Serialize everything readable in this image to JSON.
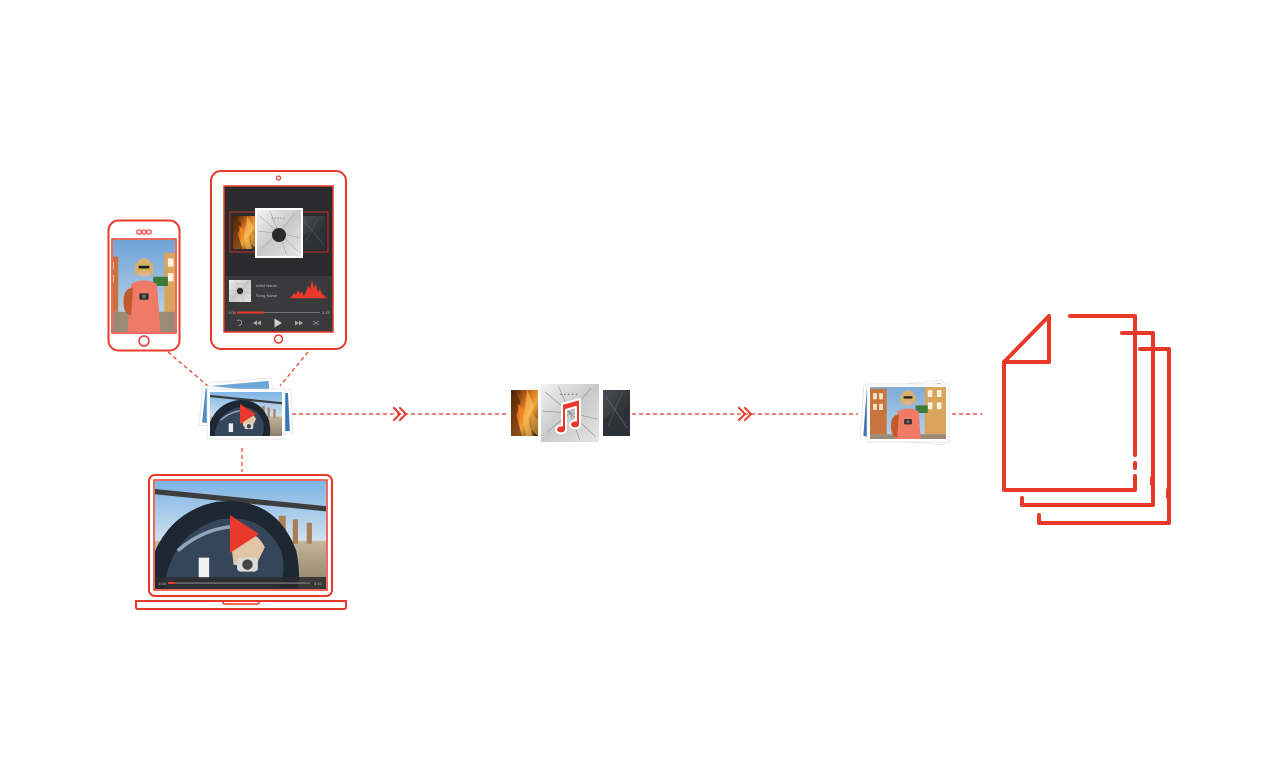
{
  "colors": {
    "accent": "#e8392b",
    "background": "#ffffff",
    "screen_dark": "#2c2c2e",
    "screen_mid": "#3a3a3d"
  },
  "tablet_player": {
    "track_line_1": "Artist Name",
    "track_line_2": "Song Name",
    "time_elapsed": "1:05",
    "time_total": "3:15",
    "progress": 0.32,
    "controls": [
      "repeat-icon",
      "rewind-icon",
      "play-icon",
      "fast-forward-icon",
      "shuffle-icon"
    ]
  },
  "laptop_player": {
    "time_elapsed": "1:05",
    "time_total": "3:15",
    "progress": 0.05,
    "play_icon": "play-icon"
  },
  "flow": {
    "stages": [
      "source-devices",
      "media-files",
      "recovered-media",
      "documents"
    ],
    "arrow_icon": "double-chevron-right-icon"
  }
}
